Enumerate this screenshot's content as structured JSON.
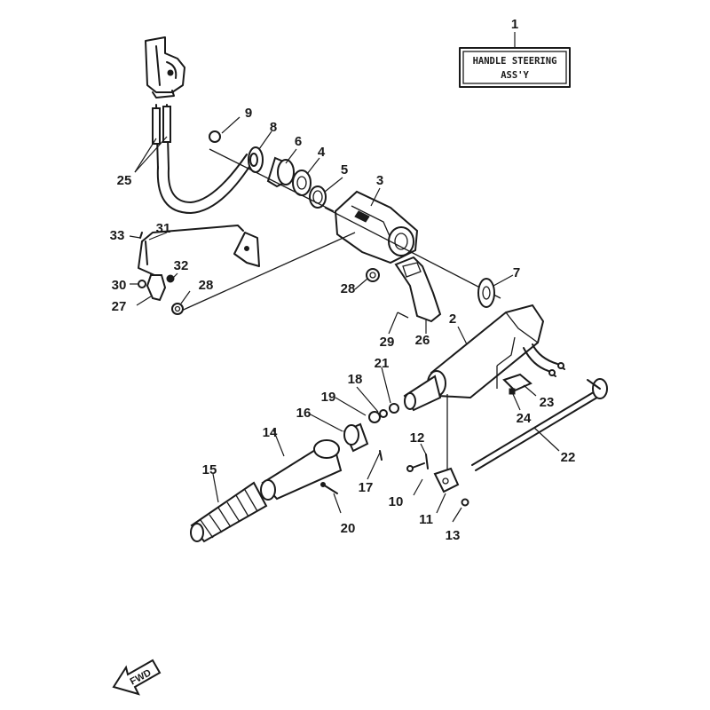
{
  "title_box": {
    "line1": "HANDLE STEERING",
    "line2": "ASS'Y"
  },
  "fwd_label": "FWD",
  "callouts": {
    "c1": "1",
    "c2": "2",
    "c3": "3",
    "c4": "4",
    "c5": "5",
    "c6": "6",
    "c7": "7",
    "c8": "8",
    "c9": "9",
    "c10": "10",
    "c11": "11",
    "c12": "12",
    "c13": "13",
    "c14": "14",
    "c15": "15",
    "c16": "16",
    "c17": "17",
    "c18": "18",
    "c19": "19",
    "c20": "20",
    "c21": "21",
    "c22": "22",
    "c23": "23",
    "c24": "24",
    "c25": "25",
    "c26": "26",
    "c27": "27",
    "c28a": "28",
    "c28b": "28",
    "c29": "29",
    "c30": "30",
    "c31": "31",
    "c32": "32",
    "c33": "33"
  }
}
